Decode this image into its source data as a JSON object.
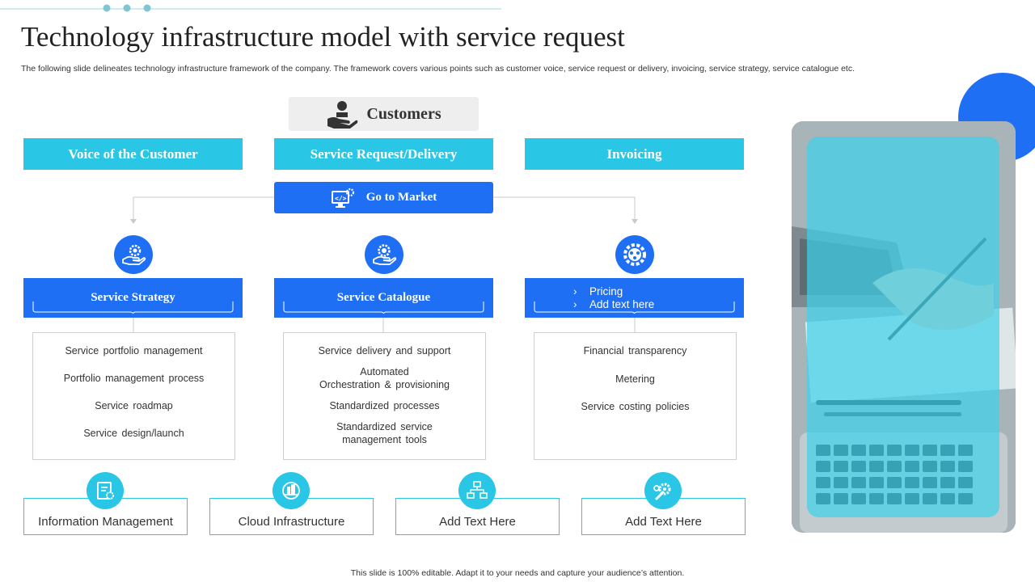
{
  "title": "Technology infrastructure model with service request",
  "subtitle": "The following slide delineates technology infrastructure framework of the company. The framework covers various points such as customer voice, service request or delivery, invoicing, service strategy, service catalogue etc.",
  "customers": {
    "label": "Customers",
    "icon": "handshake-icon"
  },
  "top_headers": [
    "Voice of the Customer",
    "Service Request/Delivery",
    "Invoicing"
  ],
  "go_to_market": {
    "label": "Go to Market",
    "icon": "code-gear-monitor-icon"
  },
  "columns": [
    {
      "icon": "gear-hand-icon",
      "header": "Service Strategy",
      "items": [
        "Service portfolio management",
        "Portfolio management process",
        "Service roadmap",
        "Service design/launch"
      ]
    },
    {
      "icon": "gear-hand-icon",
      "header": "Service Catalogue",
      "items": [
        "Service delivery and support",
        "Automated\nOrchestration & provisioning",
        "Standardized processes",
        "Standardized service\nmanagement tools"
      ]
    },
    {
      "icon": "gear-network-icon",
      "header_bullets": [
        "Pricing",
        "Add text here"
      ],
      "items": [
        "Financial transparency",
        "Metering",
        "Service costing policies"
      ]
    }
  ],
  "bottom_items": [
    {
      "label": "Information Management",
      "icon": "document-gear-icon"
    },
    {
      "label": "Cloud Infrastructure",
      "icon": "building-cloud-icon"
    },
    {
      "label": "Add Text Here",
      "icon": "network-computers-icon"
    },
    {
      "label": "Add Text Here",
      "icon": "wrench-gear-icon"
    }
  ],
  "footer": "This slide is 100% editable. Adapt it to your needs and capture your audience’s attention.",
  "colors": {
    "cyan": "#29c6e6",
    "blue": "#1f6ff5",
    "grey_box": "#eeeeee"
  }
}
